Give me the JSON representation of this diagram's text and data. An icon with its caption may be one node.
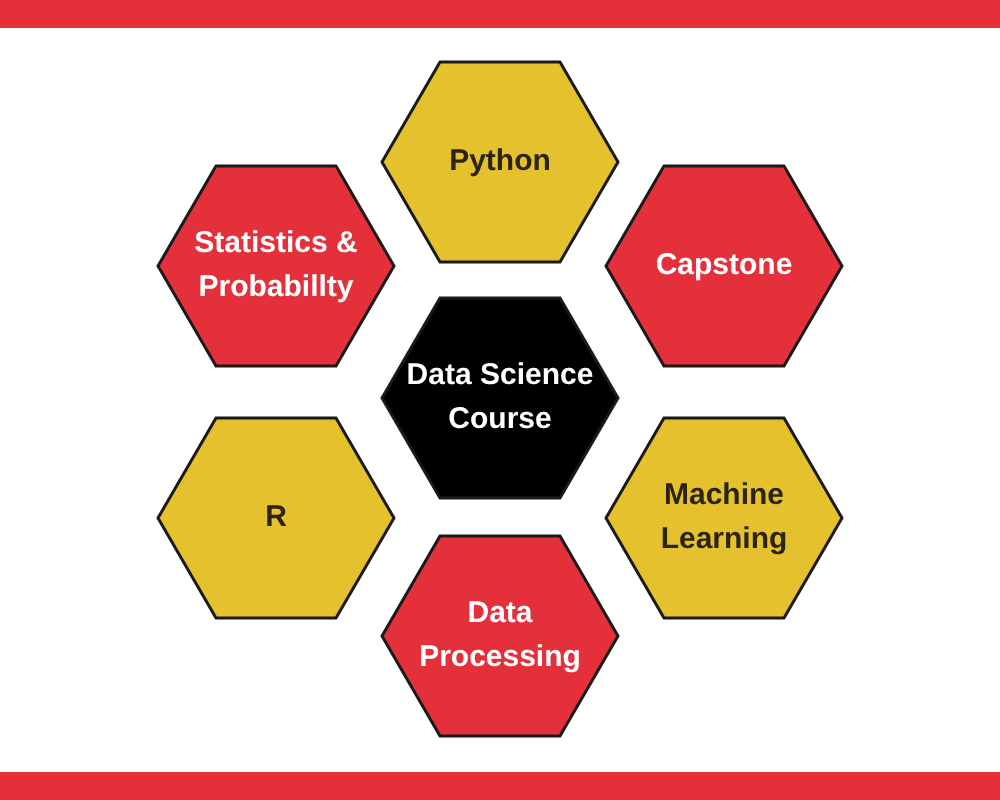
{
  "diagram": {
    "nodes": [
      {
        "text": [],
        "shape": "bar"
      },
      {
        "text": [
          "Python"
        ]
      },
      {
        "text": [
          "Statistics & Probabillty"
        ]
      },
      {
        "text": [
          "Capstone"
        ]
      },
      {
        "text": [
          "Data Science Course"
        ]
      },
      {
        "text": [
          "R"
        ]
      },
      {
        "text": [
          "Machine Learning"
        ]
      },
      {
        "text": [
          "Data Processing"
        ]
      },
      {
        "text": [],
        "shape": "bar"
      }
    ]
  }
}
